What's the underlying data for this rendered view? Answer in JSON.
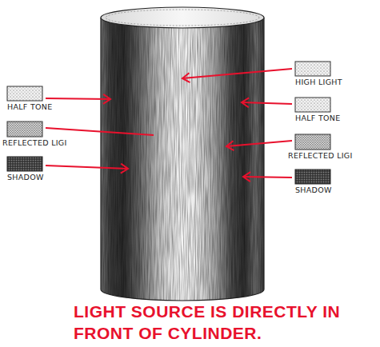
{
  "diagram": {
    "caption": "LIGHT SOURCE IS DIRECTLY IN FRONT OF CYLINDER.",
    "labels": [
      "HIGH LIGHT",
      "HALF TONE",
      "HALF TONE",
      "REFLECTED LIGI",
      "REFLECTED LIGI",
      "SHADOW",
      "SHADOW"
    ]
  }
}
